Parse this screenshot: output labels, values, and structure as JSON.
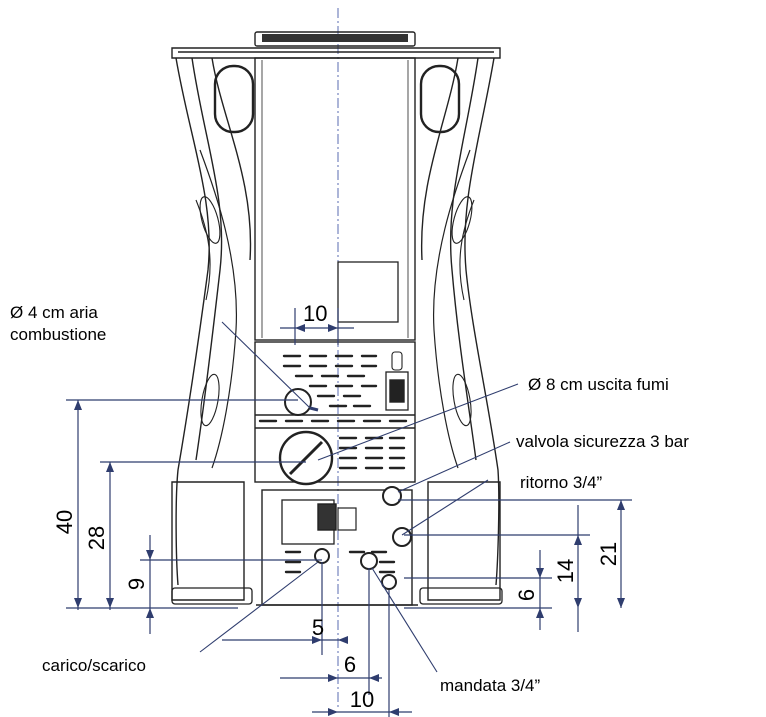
{
  "labels": {
    "aria_combustione_line1": "Ø 4 cm aria",
    "aria_combustione_line2": "combustione",
    "uscita_fumi": "Ø 8 cm uscita fumi",
    "valvola": "valvola sicurezza 3 bar",
    "ritorno": "ritorno 3/4”",
    "carico_scarico": "carico/scarico",
    "mandata": "mandata 3/4”"
  },
  "dimensions": {
    "top_width": "10",
    "h40": "40",
    "h28": "28",
    "h9": "9",
    "h6": "6",
    "h14": "14",
    "h21": "21",
    "w5": "5",
    "w6": "6",
    "w10": "10"
  },
  "colors": {
    "line": "#222222",
    "dimension": "#2f3d6e",
    "axis": "#5a6bb0"
  }
}
